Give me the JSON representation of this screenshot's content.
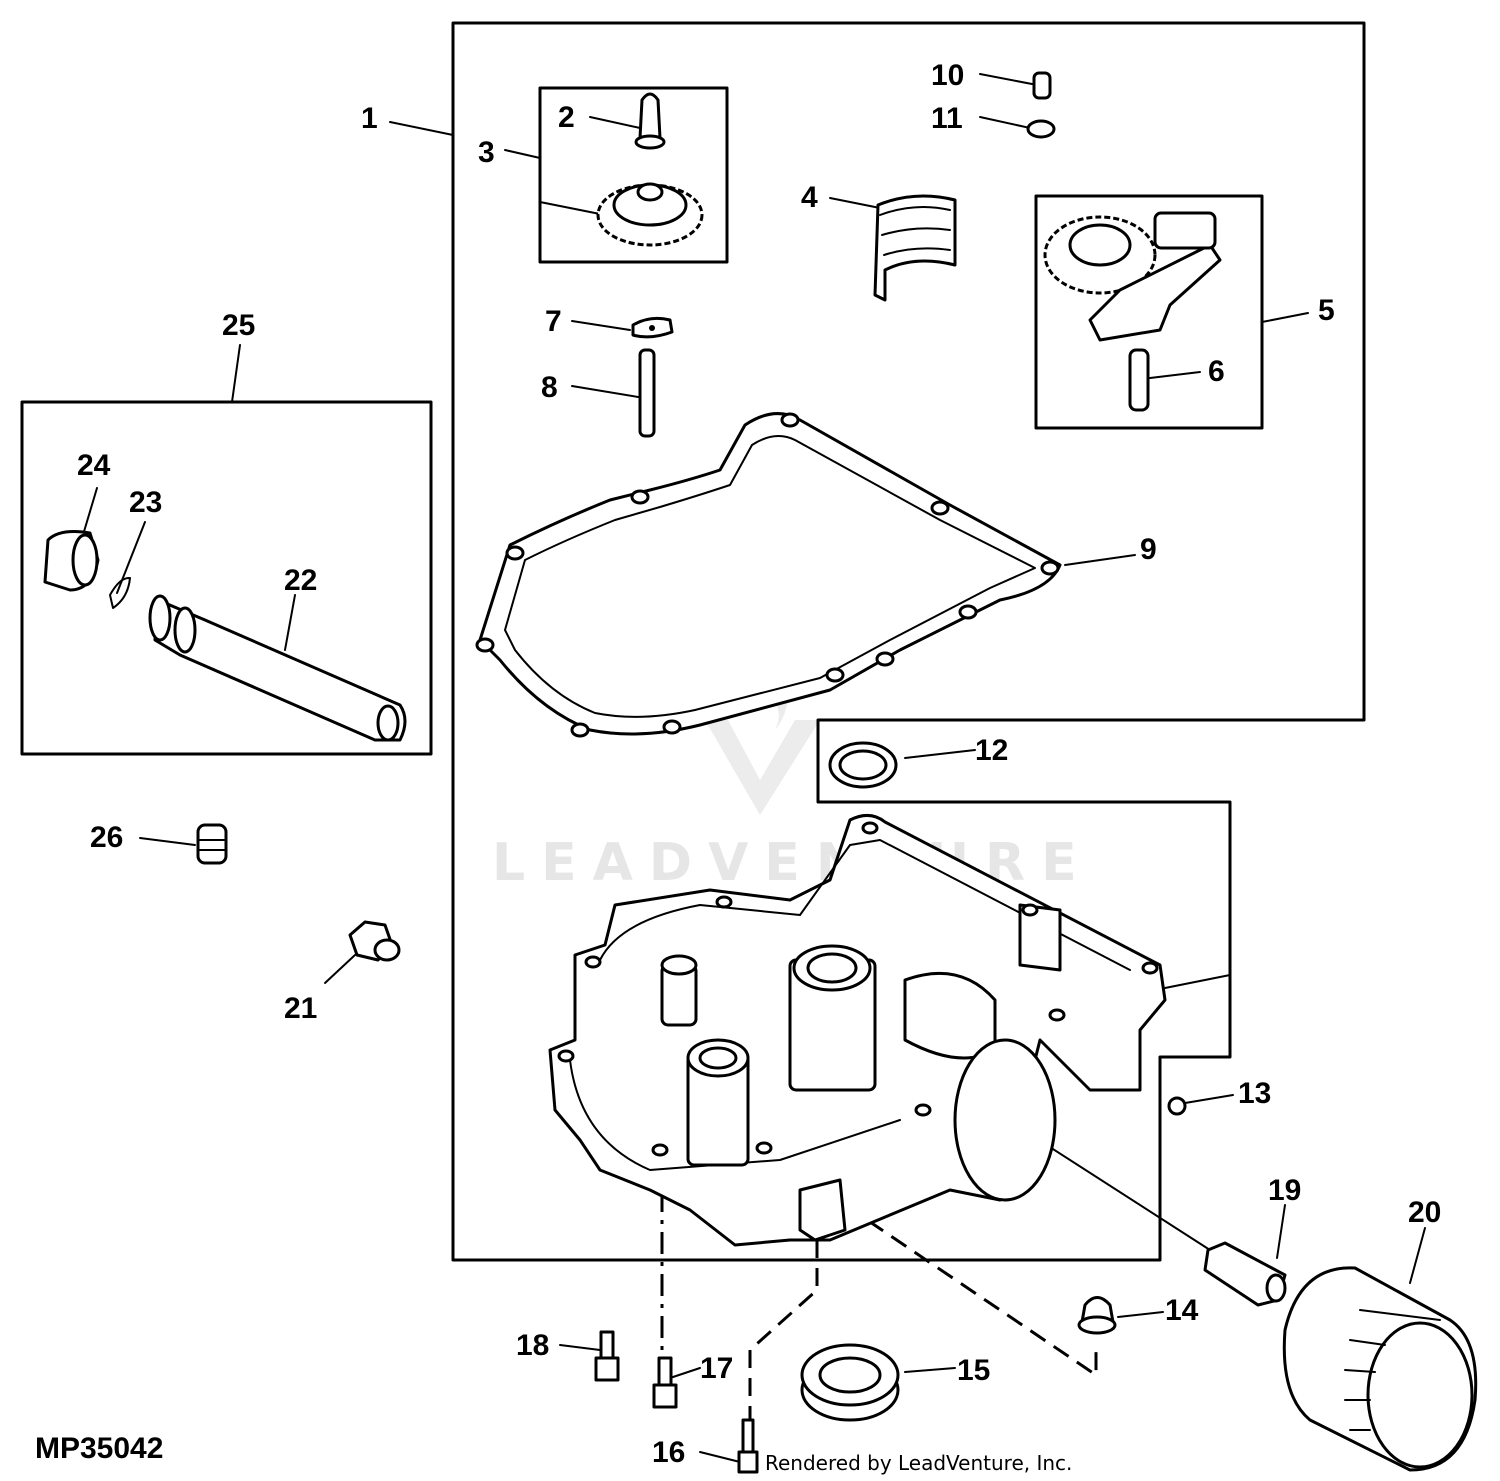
{
  "diagram": {
    "figure_code": "MP35042",
    "credit": "Rendered by LeadVenture, Inc.",
    "watermark": "LEADVENTURE",
    "callouts": {
      "c1": "1",
      "c2": "2",
      "c3": "3",
      "c4": "4",
      "c5": "5",
      "c6": "6",
      "c7": "7",
      "c8": "8",
      "c9": "9",
      "c10": "10",
      "c11": "11",
      "c12": "12",
      "c13": "13",
      "c14": "14",
      "c15": "15",
      "c16": "16",
      "c17": "17",
      "c18": "18",
      "c19": "19",
      "c20": "20",
      "c21": "21",
      "c22": "22",
      "c23": "23",
      "c24": "24",
      "c25": "25",
      "c26": "26"
    },
    "parts": [
      {
        "id": "1",
        "shape": "crankcase-cover-assembly"
      },
      {
        "id": "2",
        "shape": "pin"
      },
      {
        "id": "3",
        "shape": "gear-assembly"
      },
      {
        "id": "4",
        "shape": "oil-screen"
      },
      {
        "id": "5",
        "shape": "oil-pump-assembly"
      },
      {
        "id": "6",
        "shape": "pin"
      },
      {
        "id": "7",
        "shape": "lever"
      },
      {
        "id": "8",
        "shape": "shaft"
      },
      {
        "id": "9",
        "shape": "gasket"
      },
      {
        "id": "10",
        "shape": "screw"
      },
      {
        "id": "11",
        "shape": "washer"
      },
      {
        "id": "12",
        "shape": "seal-ring"
      },
      {
        "id": "13",
        "shape": "plug"
      },
      {
        "id": "14",
        "shape": "nut"
      },
      {
        "id": "15",
        "shape": "oil-seal"
      },
      {
        "id": "16",
        "shape": "bolt"
      },
      {
        "id": "17",
        "shape": "bolt"
      },
      {
        "id": "18",
        "shape": "bolt"
      },
      {
        "id": "19",
        "shape": "adapter-fitting"
      },
      {
        "id": "20",
        "shape": "oil-filter"
      },
      {
        "id": "21",
        "shape": "drain-plug"
      },
      {
        "id": "22",
        "shape": "oil-fill-tube"
      },
      {
        "id": "23",
        "shape": "o-ring"
      },
      {
        "id": "24",
        "shape": "cap"
      },
      {
        "id": "25",
        "shape": "fill-tube-kit"
      },
      {
        "id": "26",
        "shape": "plug"
      }
    ]
  }
}
